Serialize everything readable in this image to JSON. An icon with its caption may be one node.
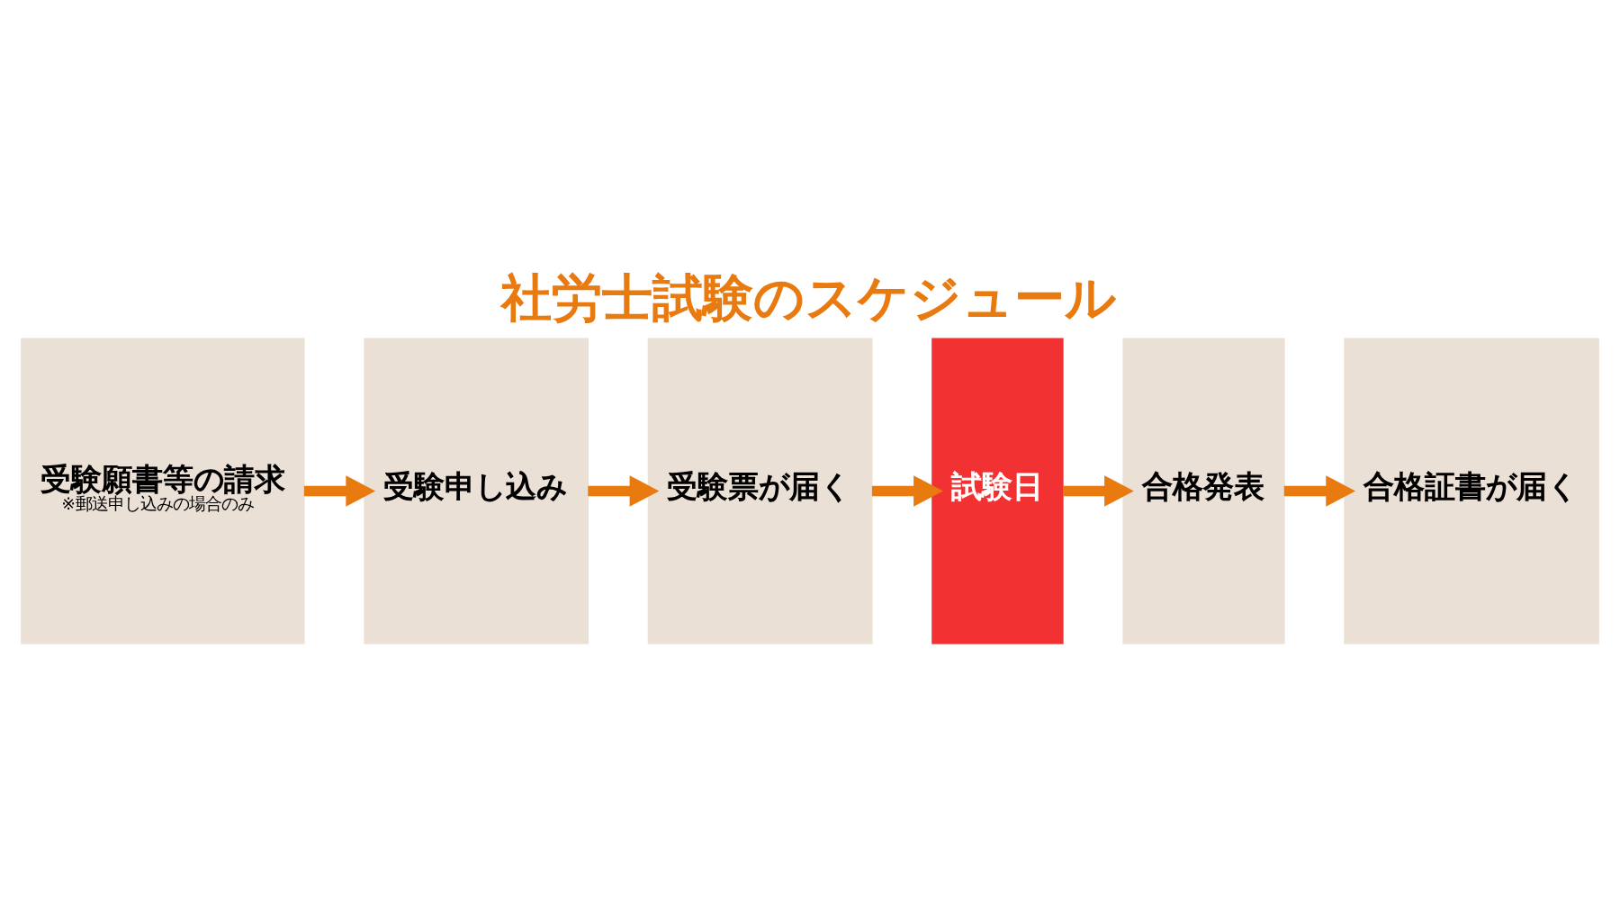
{
  "diagram": {
    "title": "社労士試験のスケジュール",
    "nodes": [
      {
        "text": [
          "受験願書等の請求",
          "※郵送申し込みの場合のみ"
        ]
      },
      {
        "text": [
          "受験申し込み"
        ]
      },
      {
        "text": [
          "受験票が届く"
        ]
      },
      {
        "text": [
          "試験日"
        ]
      },
      {
        "text": [
          "合格発表"
        ]
      },
      {
        "text": [
          "合格証書が届く"
        ]
      }
    ],
    "edges": [
      {
        "from": 0,
        "to": 1,
        "arrow": "to"
      },
      {
        "from": 1,
        "to": 2,
        "arrow": "to"
      },
      {
        "from": 2,
        "to": 3,
        "arrow": "to"
      },
      {
        "from": 3,
        "to": 4,
        "arrow": "to"
      },
      {
        "from": 4,
        "to": 5,
        "arrow": "to"
      }
    ]
  }
}
